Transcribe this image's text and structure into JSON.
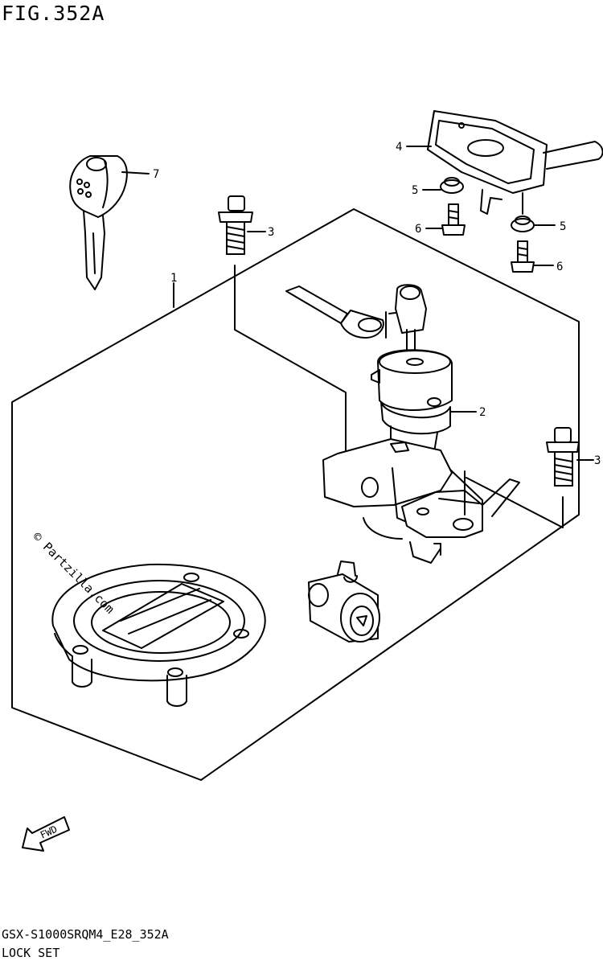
{
  "figure": {
    "title": "FIG.352A",
    "model_code": "GSX-S1000SRQM4_E28_352A",
    "section_name": "LOCK SET",
    "watermark": "© Partzilla.com",
    "fwd_label": "FWD"
  },
  "callouts": [
    {
      "id": "c1",
      "label": "1"
    },
    {
      "id": "c2",
      "label": "2"
    },
    {
      "id": "c3a",
      "label": "3"
    },
    {
      "id": "c3b",
      "label": "3"
    },
    {
      "id": "c4",
      "label": "4"
    },
    {
      "id": "c5a",
      "label": "5"
    },
    {
      "id": "c5b",
      "label": "5"
    },
    {
      "id": "c6a",
      "label": "6"
    },
    {
      "id": "c6b",
      "label": "6"
    },
    {
      "id": "c7",
      "label": "7"
    }
  ]
}
